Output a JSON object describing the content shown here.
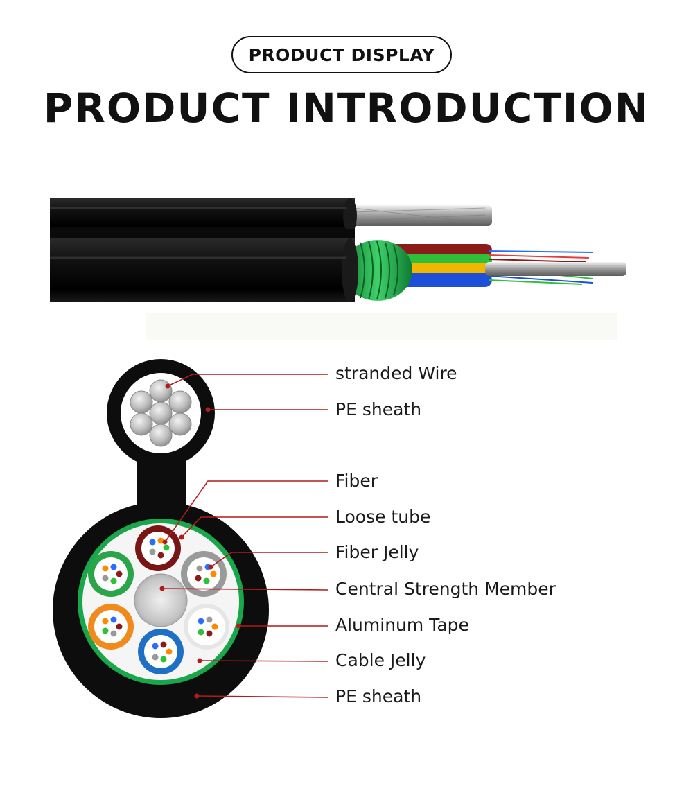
{
  "header": {
    "badge": "PRODUCT DISPLAY",
    "title": "PRODUCT INTRODUCTION"
  },
  "colors": {
    "sheath": "#0d0d0d",
    "aluminum_tape": "#1aa64a",
    "leader_line": "#b01c1c"
  },
  "labels": [
    "stranded Wire",
    "PE sheath",
    "Fiber",
    "Loose tube",
    "Fiber Jelly",
    "Central Strength Member",
    "Aluminum Tape",
    "Cable Jelly",
    "PE sheath"
  ]
}
